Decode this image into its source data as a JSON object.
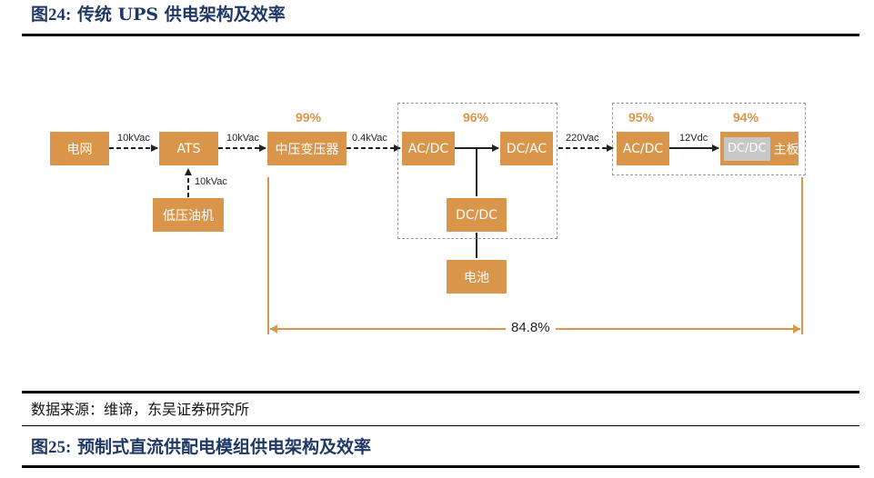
{
  "figure_top": {
    "prefix": "图",
    "number": "24:",
    "title": " 传统 UPS 供电架构及效率"
  },
  "figure_bottom": {
    "prefix": "图",
    "number": "25:",
    "title": " 预制式直流供配电模组供电架构及效率"
  },
  "source": "数据来源：维谛，东吴证券研究所",
  "nodes": {
    "grid": "电网",
    "ats": "ATS",
    "generator": "低压油机",
    "transformer": "中压变压器",
    "acdc1": "AC/DC",
    "dcac": "DC/AC",
    "dcdc1": "DC/DC",
    "battery": "电池",
    "acdc2": "AC/DC",
    "dcdc2": "DC/DC",
    "board": "主板"
  },
  "edge_labels": {
    "grid_ats": "10kVac",
    "ats_transformer": "10kVac",
    "generator_ats": "10kVac",
    "transformer_ups": "0.4kVac",
    "ups_server": "220Vac",
    "acdc_dcdc": "12Vdc"
  },
  "efficiencies": {
    "transformer": "99%",
    "ups": "96%",
    "acdc": "95%",
    "dcdc": "94%"
  },
  "total_efficiency": "84.8%",
  "colors": {
    "box": "#d9954a",
    "title": "#1f3864",
    "gray_box": "#c7c7c7",
    "bracket": "#d9954a"
  }
}
